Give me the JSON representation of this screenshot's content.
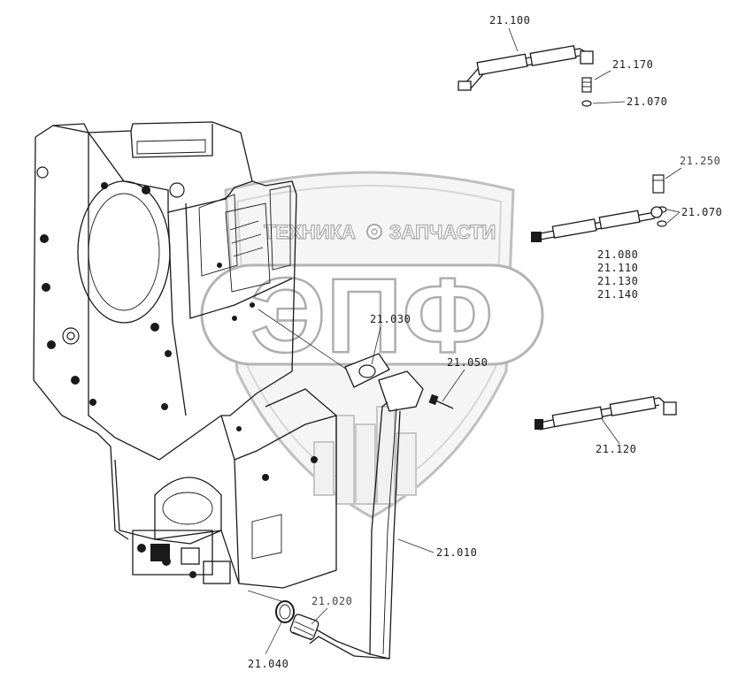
{
  "watermark": {
    "brand_line_left": "ТЕХНИКА",
    "brand_line_right": "ЗАПЧАСТИ",
    "logo_letters": "ЭПФ"
  },
  "labels": {
    "p21_100": "21.100",
    "p21_170": "21.170",
    "p21_070_top": "21.070",
    "p21_250": "21.250",
    "p21_070_mid": "21.070",
    "p21_080": "21.080",
    "p21_110": "21.110",
    "p21_130": "21.130",
    "p21_140": "21.140",
    "p21_030": "21.030",
    "p21_050": "21.050",
    "p21_120": "21.120",
    "p21_010": "21.010",
    "p21_020": "21.020",
    "p21_040": "21.040"
  }
}
